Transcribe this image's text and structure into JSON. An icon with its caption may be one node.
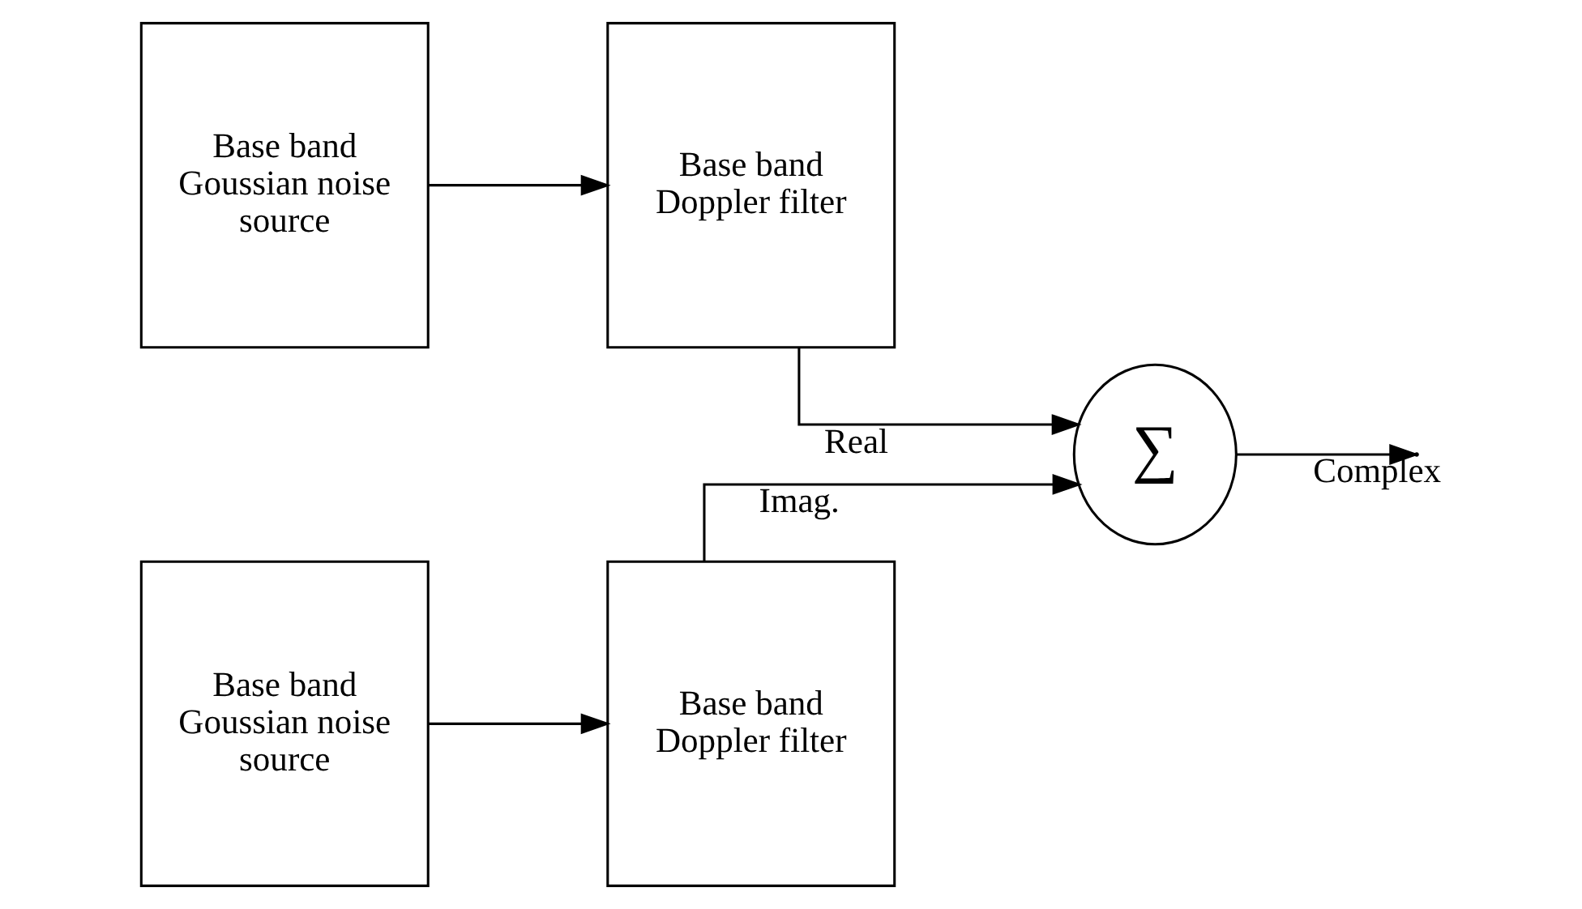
{
  "diagram": {
    "nodes": [
      {
        "text": [
          "Base band Goussian noise source"
        ]
      },
      {
        "text": [
          "Base band Doppler filter"
        ]
      },
      {
        "text": [
          "Base band Goussian noise source"
        ]
      },
      {
        "text": [
          "Base band Doppler filter"
        ]
      },
      {
        "text": [
          "∑"
        ]
      }
    ],
    "edges": [
      {
        "from": 0,
        "to": 1,
        "arrow": "to"
      },
      {
        "from": 1,
        "to": 4,
        "arrow": "to",
        "label": "Real"
      },
      {
        "from": 2,
        "to": 3,
        "arrow": "to"
      },
      {
        "from": 3,
        "to": 4,
        "arrow": "to",
        "label": "Imag."
      },
      {
        "from": 4,
        "to": null,
        "arrow": "to",
        "label": "Complex"
      }
    ]
  }
}
